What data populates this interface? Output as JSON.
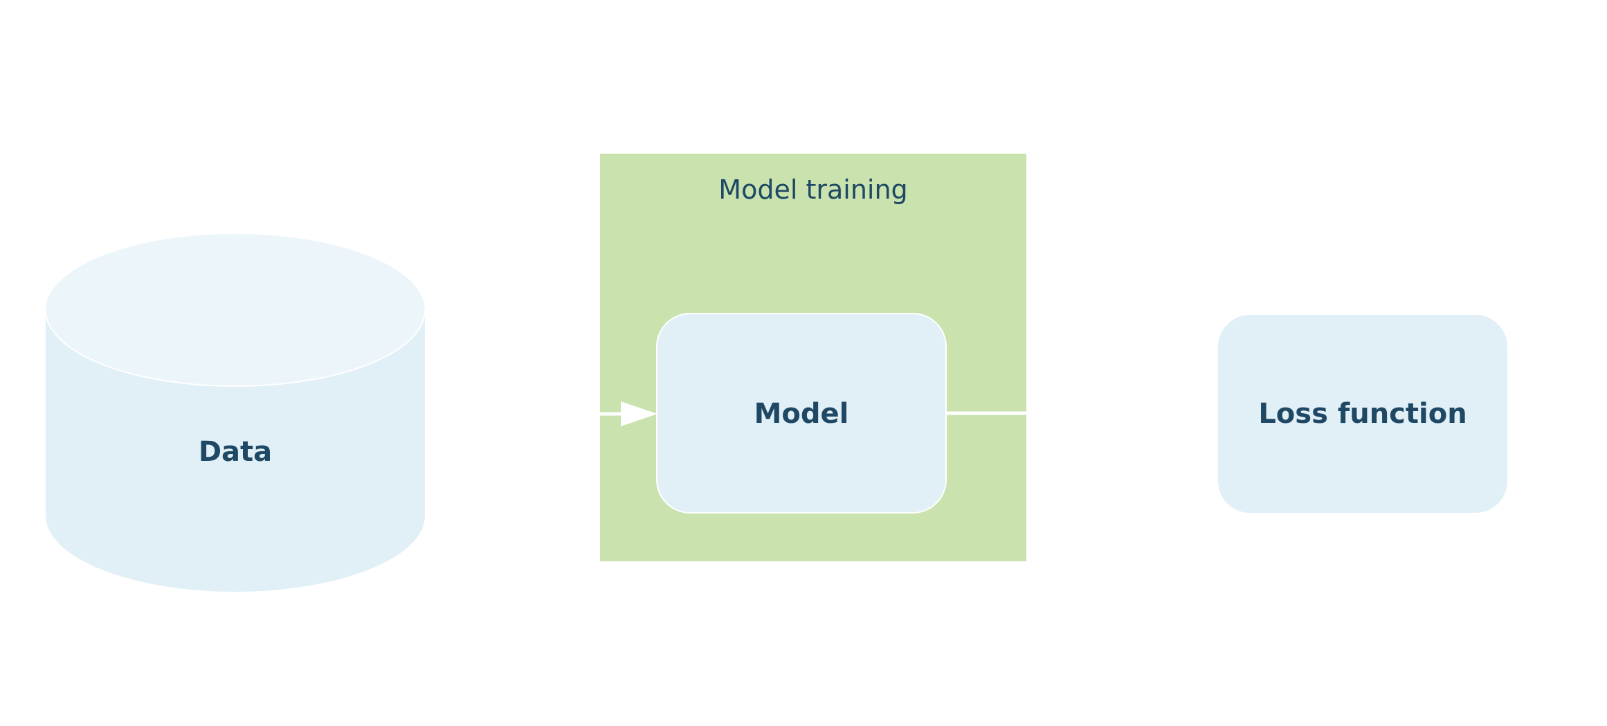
{
  "diagram": {
    "colors": {
      "background": "#ffffff",
      "node_fill": "#e1eff6",
      "cylinder_top": "#ecf5fa",
      "group_fill": "#c9e2ae",
      "text": "#1e4864",
      "connector": "#ffffff"
    },
    "nodes": {
      "data": {
        "label": "Data",
        "shape": "cylinder"
      },
      "model": {
        "label": "Model",
        "shape": "rounded-rectangle"
      },
      "loss": {
        "label": "Loss function",
        "shape": "rounded-rectangle"
      }
    },
    "group": {
      "label": "Model training"
    },
    "edges": [
      {
        "from": "group-edge-left",
        "to": "model",
        "arrow": "filled-triangle"
      },
      {
        "from": "model",
        "to": "group-edge-right",
        "arrow": "none"
      }
    ]
  }
}
